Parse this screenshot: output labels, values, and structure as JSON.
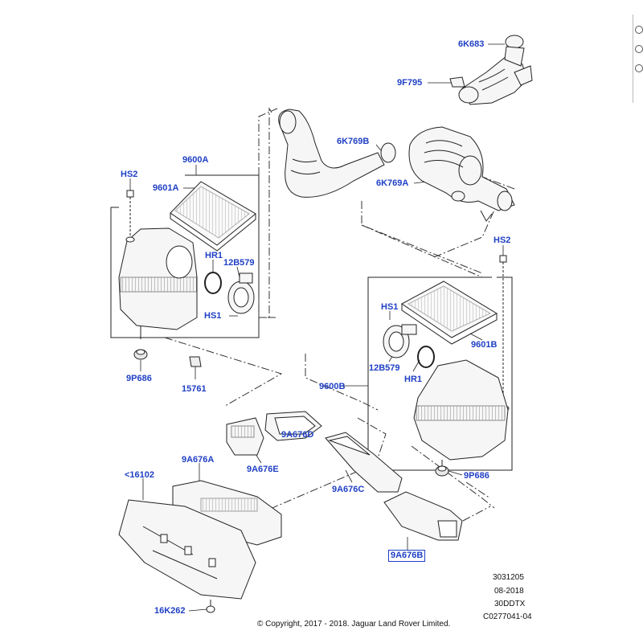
{
  "callouts": {
    "c6K683": "6K683",
    "c9F795": "9F795",
    "c6K769B": "6K769B",
    "c6K769A": "6K769A",
    "c9600A": "9600A",
    "cHS2_left": "HS2",
    "c9601A": "9601A",
    "cHR1_left": "HR1",
    "c12B579_left": "12B579",
    "cHS1_left": "HS1",
    "c9P686_left": "9P686",
    "c15761": "15761",
    "cHS2_right": "HS2",
    "cHS1_right": "HS1",
    "c9601B": "9601B",
    "c12B579_right": "12B579",
    "cHR1_right": "HR1",
    "c9600B": "9600B",
    "c9A676D": "9A676D",
    "c9A676E": "9A676E",
    "c9A676A": "9A676A",
    "c16102": "<16102",
    "c9A676C": "9A676C",
    "c9P686_right": "9P686",
    "c9A676B": "9A676B",
    "c16K262": "16K262"
  },
  "footer": {
    "ref_number": "3031205",
    "date": "08-2018",
    "model_code": "30DDTX",
    "illustration_id": "C0277041-04",
    "copyright": "© Copyright, 2017 - 2018. Jaguar Land Rover Limited."
  },
  "colors": {
    "callout": "#1f3fc4",
    "line": "#111111",
    "part_fill": "#f4f4f4"
  }
}
